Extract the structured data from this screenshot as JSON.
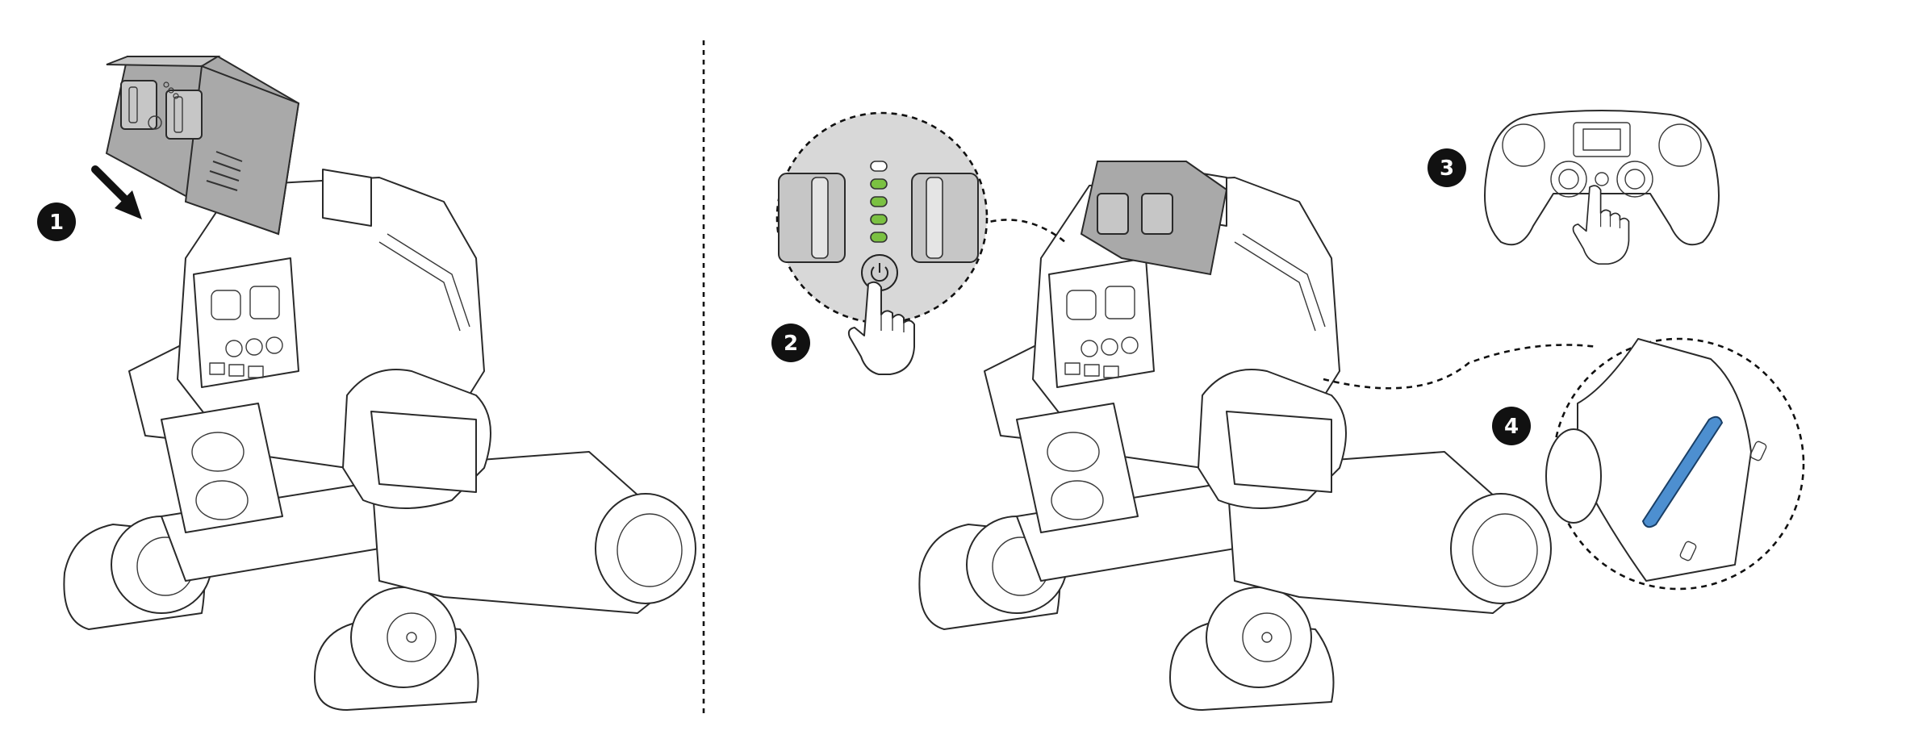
{
  "steps": [
    {
      "number": "1",
      "action": "insert-battery"
    },
    {
      "number": "2",
      "action": "press-battery-power-button"
    },
    {
      "number": "3",
      "action": "press-controller-home-button"
    },
    {
      "number": "4",
      "action": "check-blue-status-light"
    }
  ],
  "colors": {
    "battery_grey": "#a9a9a9",
    "led_green": "#7bc142",
    "status_light_blue": "#4d8fd0",
    "line": "#2a2a2a"
  },
  "icons": [
    "arrow-down-right-icon",
    "power-icon",
    "pointing-hand-icon",
    "gamepad-icon"
  ]
}
